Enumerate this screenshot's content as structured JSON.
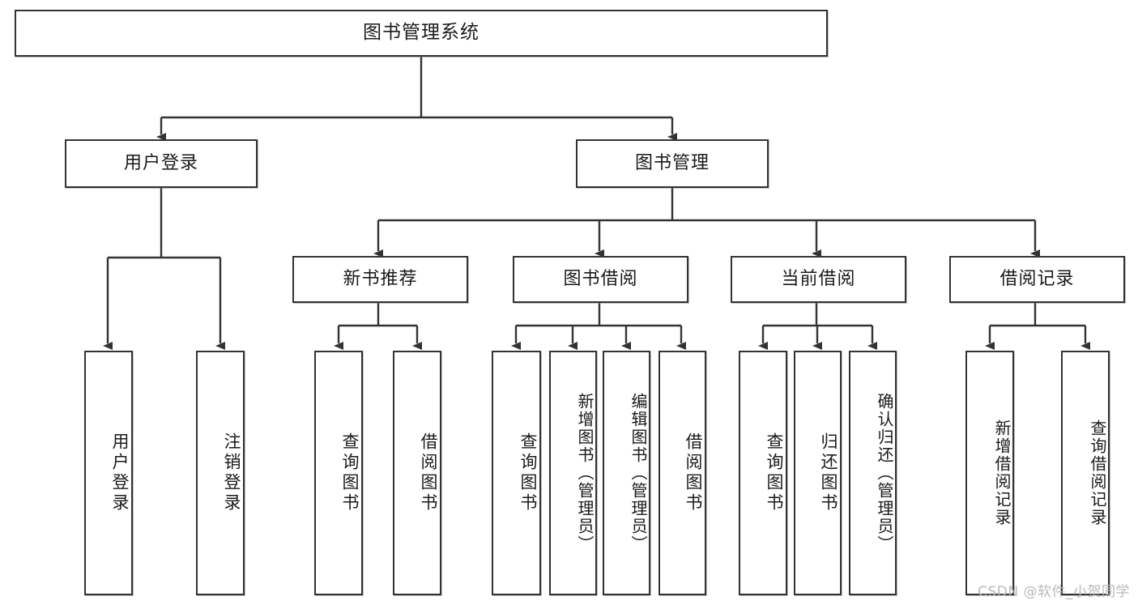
{
  "diagram": {
    "title": "图书管理系统",
    "type": "tree",
    "watermark": "CSDN @软件_小贺同学",
    "colors": {
      "stroke": "#333333",
      "fill": "#ffffff",
      "text": "#1a1a1a",
      "watermark": "#b9b9b9"
    },
    "levels": {
      "root": {
        "label": "图书管理系统"
      },
      "level2": [
        {
          "label": "用户登录"
        },
        {
          "label": "图书管理"
        }
      ],
      "level3": [
        {
          "label": "新书推荐"
        },
        {
          "label": "图书借阅"
        },
        {
          "label": "当前借阅"
        },
        {
          "label": "借阅记录"
        }
      ]
    },
    "leaves": {
      "user_login": [
        {
          "label": "用户登录"
        },
        {
          "label": "注销登录"
        }
      ],
      "new_book_recommend": [
        {
          "label": "查询图书"
        },
        {
          "label": "借阅图书"
        }
      ],
      "book_borrow": [
        {
          "label": "查询图书"
        },
        {
          "label": "新增图书（管理员）"
        },
        {
          "label": "编辑图书（管理员）"
        },
        {
          "label": "借阅图书"
        }
      ],
      "current_borrow": [
        {
          "label": "查询图书"
        },
        {
          "label": "归还图书"
        },
        {
          "label": "确认归还（管理员）"
        }
      ],
      "borrow_record": [
        {
          "label": "新增借阅记录"
        },
        {
          "label": "查询借阅记录"
        }
      ]
    }
  }
}
